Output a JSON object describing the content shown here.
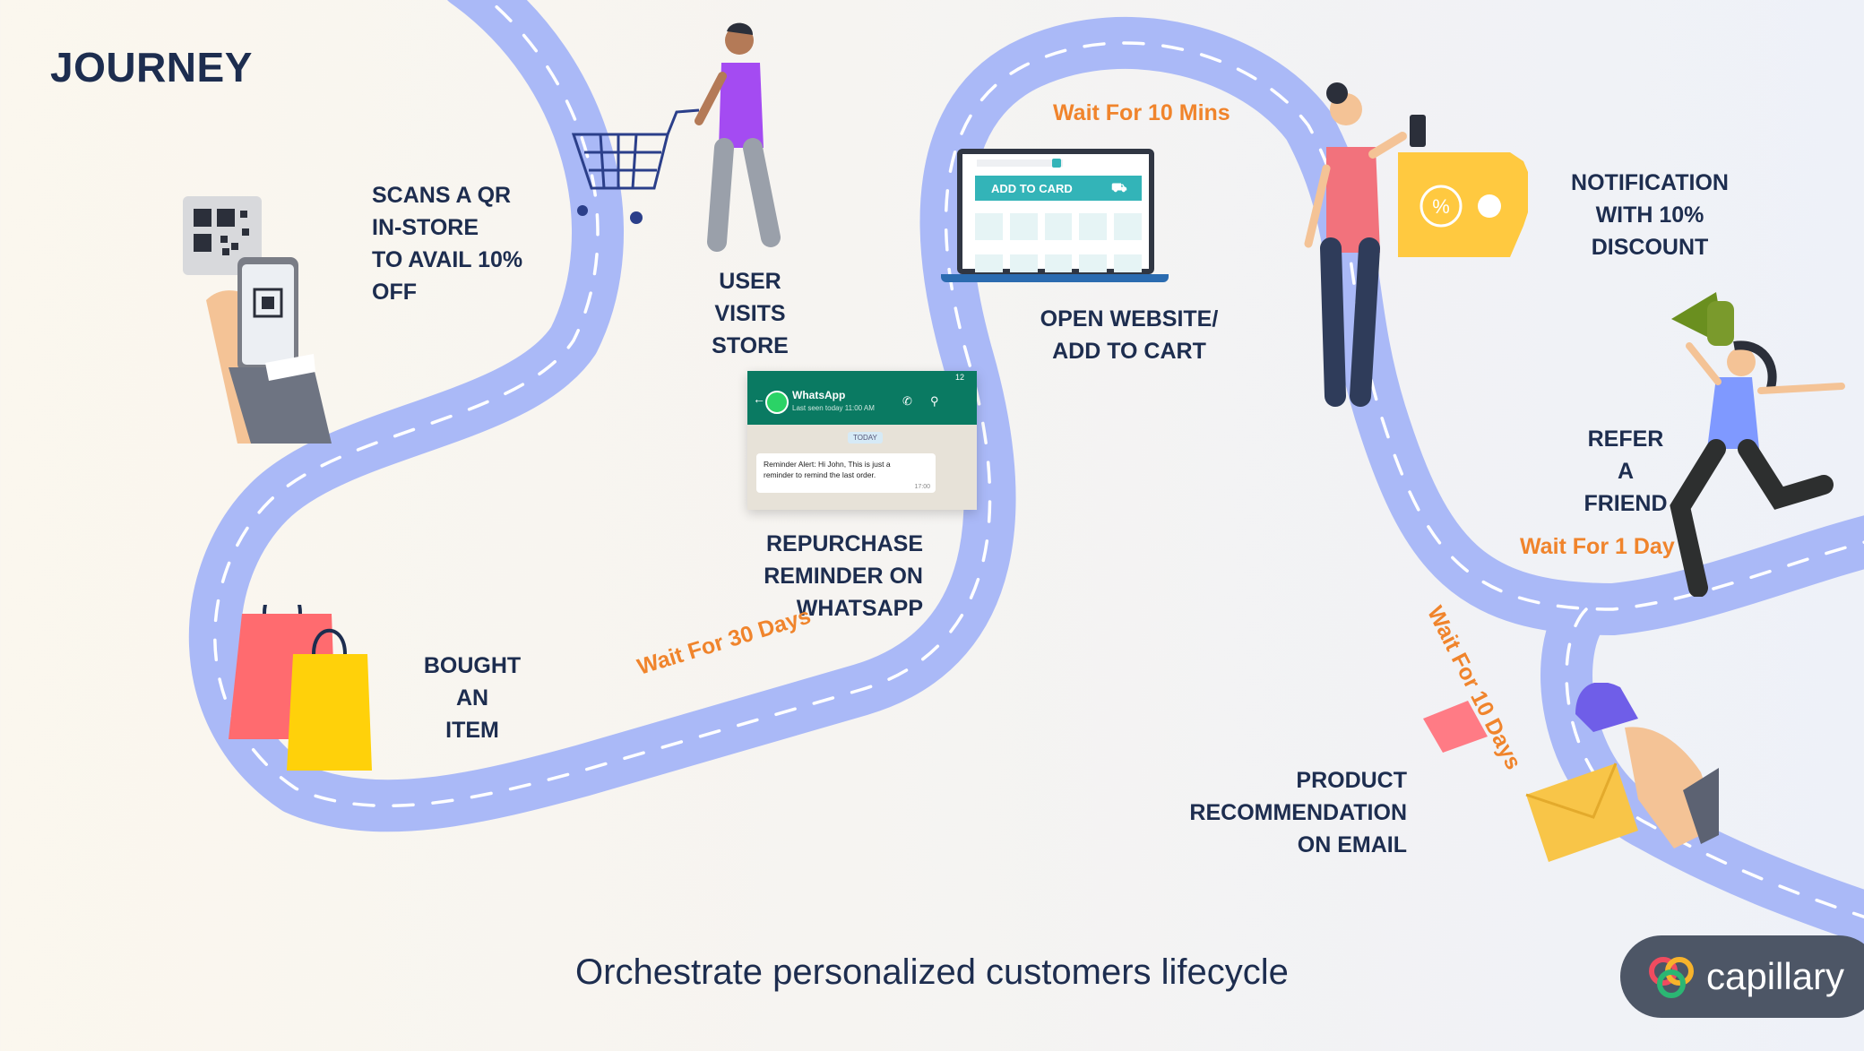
{
  "title": "JOURNEY",
  "tagline": "Orchestrate personalized customers lifecycle",
  "brand": {
    "name": "capillary"
  },
  "steps": [
    {
      "id": "scan",
      "label": "SCANS A QR\nIN-STORE\nTO AVAIL 10%\nOFF"
    },
    {
      "id": "visit",
      "label": "USER VISITS\nSTORE"
    },
    {
      "id": "bought",
      "label": "BOUGHT AN\nITEM"
    },
    {
      "id": "repurchase",
      "label": "REPURCHASE\nREMINDER ON WHATSAPP"
    },
    {
      "id": "website",
      "label": "OPEN WEBSITE/\nADD TO CART"
    },
    {
      "id": "notification",
      "label": "NOTIFICATION\nWITH 10%\nDISCOUNT"
    },
    {
      "id": "refer",
      "label": "REFER A\nFRIEND"
    },
    {
      "id": "product",
      "label": "PRODUCT\nRECOMMENDATION\nON EMAIL"
    }
  ],
  "waits": {
    "thirty_days": "Wait For 30 Days",
    "ten_mins": "Wait For 10 Mins",
    "one_day": "Wait For 1 Day",
    "ten_days": "Wait For 10 Days"
  },
  "whatsapp": {
    "app_name": "WhatsApp",
    "last_seen": "Last seen today 11:00 AM",
    "clock": "12",
    "day_chip": "TODAY",
    "message": "Reminder Alert: Hi John, This is just a reminder to remind the last order.",
    "time": "17:00"
  },
  "laptop": {
    "button_label": "ADD TO CARD"
  },
  "coupon": {
    "symbol": "%"
  },
  "colors": {
    "road": "#aab9f7",
    "dash": "#ffffff",
    "text": "#1d2d4f",
    "wait": "#f0842c",
    "whatsapp_green": "#0a7a62",
    "brand_bg": "#4d5666"
  }
}
